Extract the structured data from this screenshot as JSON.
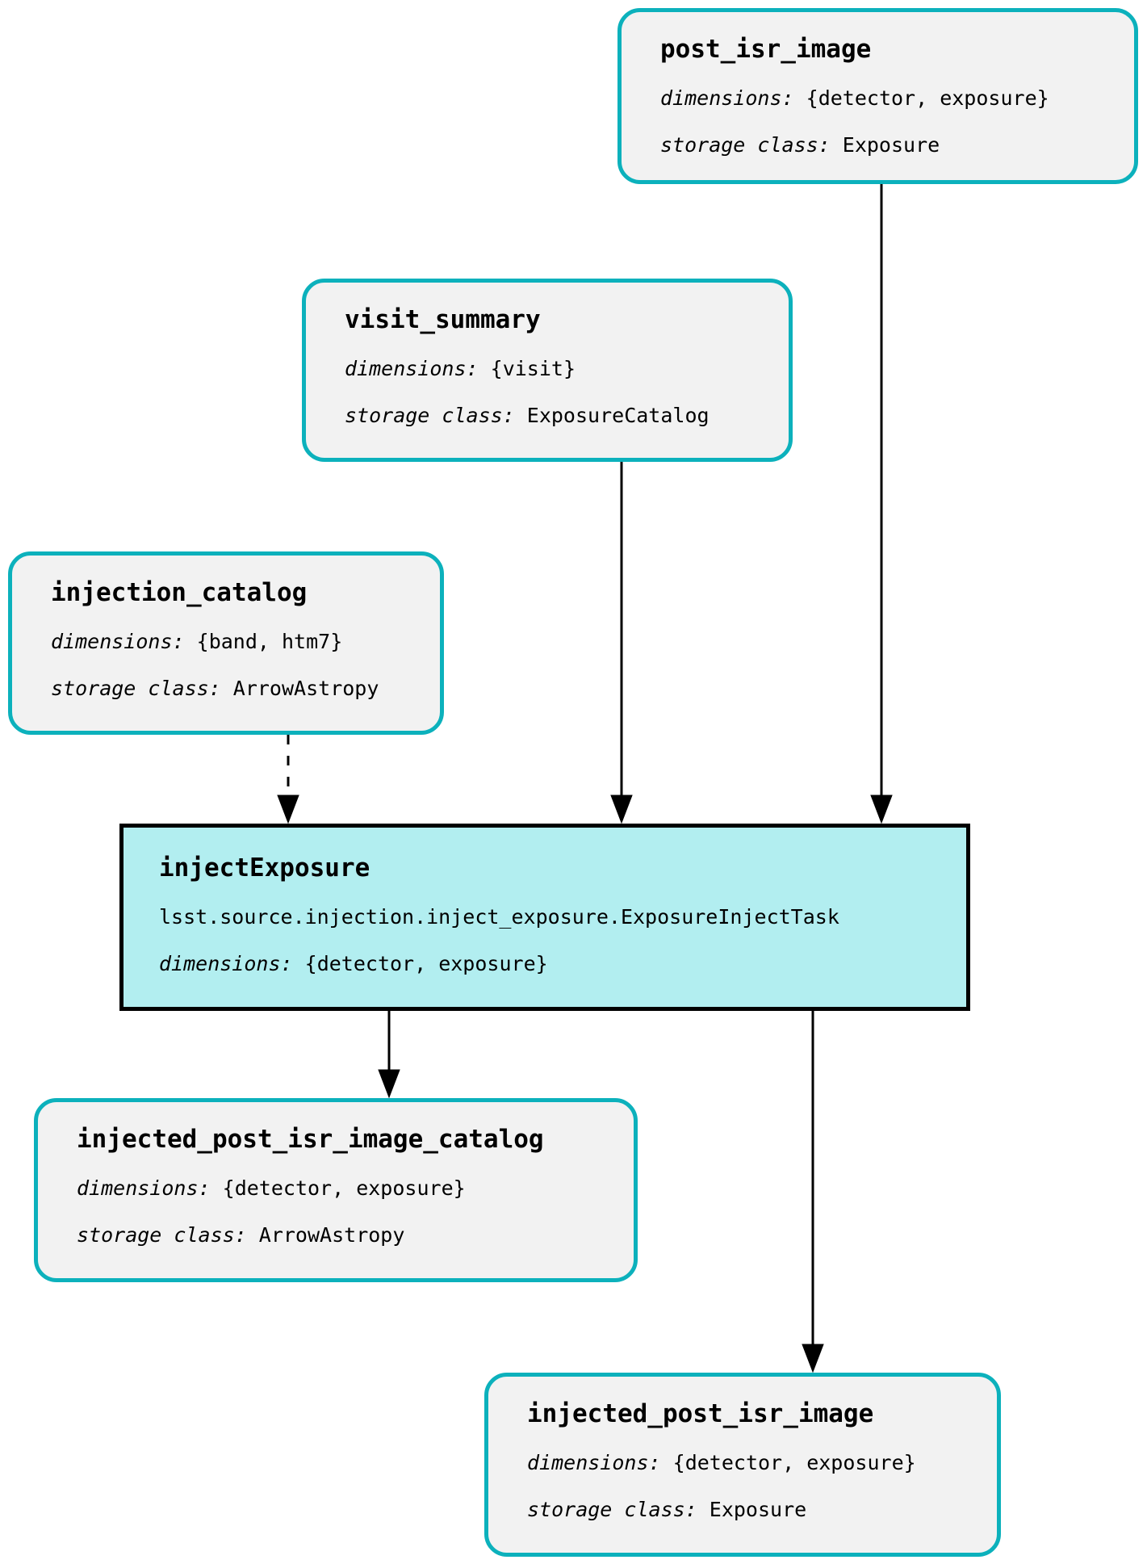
{
  "diagram": {
    "type": "pipeline-task-graph",
    "colors": {
      "dataset_border": "#0CB1BC",
      "dataset_fill": "#F2F2F2",
      "task_border": "#000000",
      "task_fill": "#B2EEF0",
      "edge": "#000000",
      "text": "#000000"
    },
    "nodes": {
      "post_isr_image": {
        "kind": "dataset",
        "title": "post_isr_image",
        "dimensions_label": "dimensions:",
        "dimensions": "{detector, exposure}",
        "storage_label": "storage class:",
        "storage_class": "Exposure"
      },
      "visit_summary": {
        "kind": "dataset",
        "title": "visit_summary",
        "dimensions_label": "dimensions:",
        "dimensions": "{visit}",
        "storage_label": "storage class:",
        "storage_class": "ExposureCatalog"
      },
      "injection_catalog": {
        "kind": "dataset",
        "title": "injection_catalog",
        "dimensions_label": "dimensions:",
        "dimensions": "{band, htm7}",
        "storage_label": "storage class:",
        "storage_class": "ArrowAstropy"
      },
      "injectExposure": {
        "kind": "task",
        "title": "injectExposure",
        "task_class": "lsst.source.injection.inject_exposure.ExposureInjectTask",
        "dimensions_label": "dimensions:",
        "dimensions": "{detector, exposure}"
      },
      "injected_post_isr_image_catalog": {
        "kind": "dataset",
        "title": "injected_post_isr_image_catalog",
        "dimensions_label": "dimensions:",
        "dimensions": "{detector, exposure}",
        "storage_label": "storage class:",
        "storage_class": "ArrowAstropy"
      },
      "injected_post_isr_image": {
        "kind": "dataset",
        "title": "injected_post_isr_image",
        "dimensions_label": "dimensions:",
        "dimensions": "{detector, exposure}",
        "storage_label": "storage class:",
        "storage_class": "Exposure"
      }
    },
    "edges": [
      {
        "from": "post_isr_image",
        "to": "injectExposure",
        "style": "solid"
      },
      {
        "from": "visit_summary",
        "to": "injectExposure",
        "style": "solid"
      },
      {
        "from": "injection_catalog",
        "to": "injectExposure",
        "style": "dashed"
      },
      {
        "from": "injectExposure",
        "to": "injected_post_isr_image_catalog",
        "style": "solid"
      },
      {
        "from": "injectExposure",
        "to": "injected_post_isr_image",
        "style": "solid"
      }
    ]
  }
}
